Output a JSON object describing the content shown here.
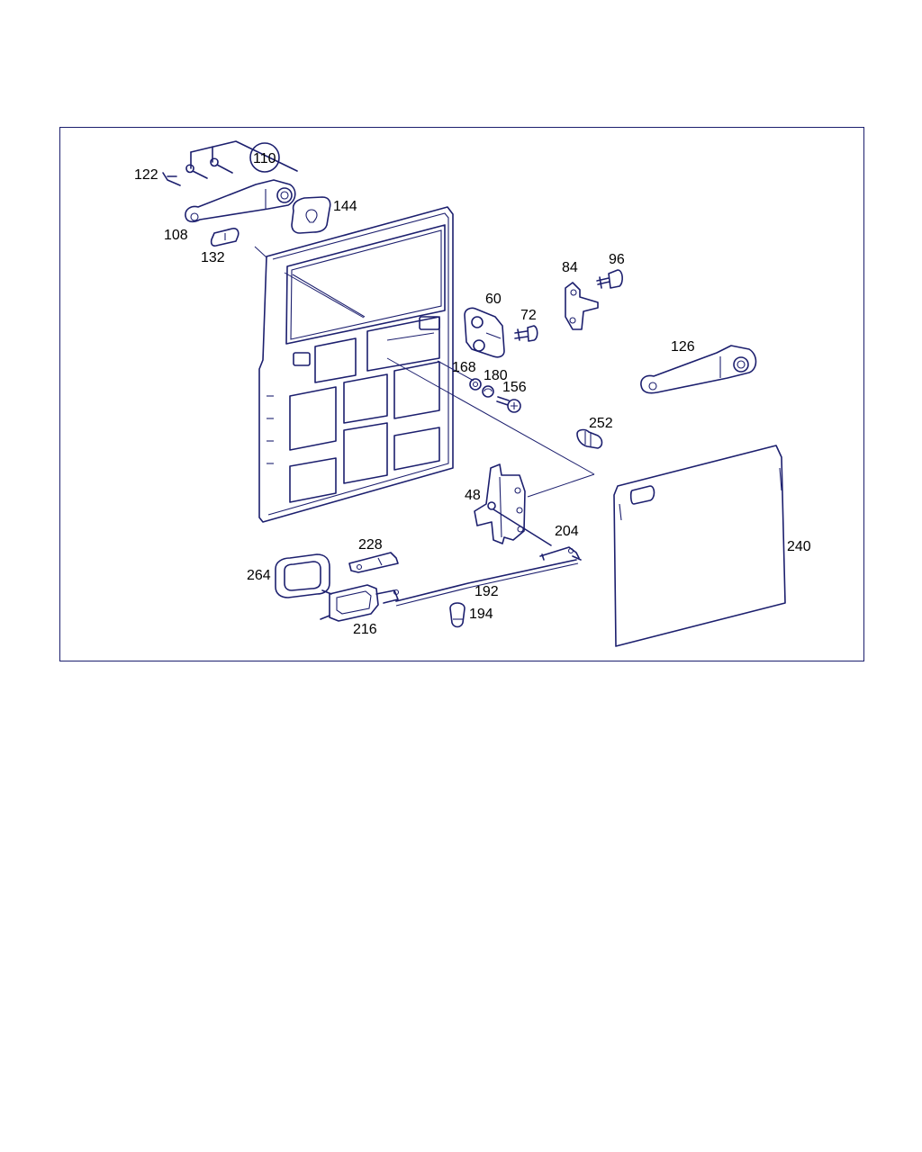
{
  "diagram": {
    "line_color": "#1c1f6e",
    "callouts": {
      "c110": "110",
      "c122": "122",
      "c108": "108",
      "c144": "144",
      "c132": "132",
      "c84": "84",
      "c96": "96",
      "c60": "60",
      "c72": "72",
      "c126": "126",
      "c168": "168",
      "c180": "180",
      "c156": "156",
      "c252": "252",
      "c48": "48",
      "c204": "204",
      "c240": "240",
      "c228": "228",
      "c264": "264",
      "c192": "192",
      "c194": "194",
      "c216": "216"
    }
  }
}
